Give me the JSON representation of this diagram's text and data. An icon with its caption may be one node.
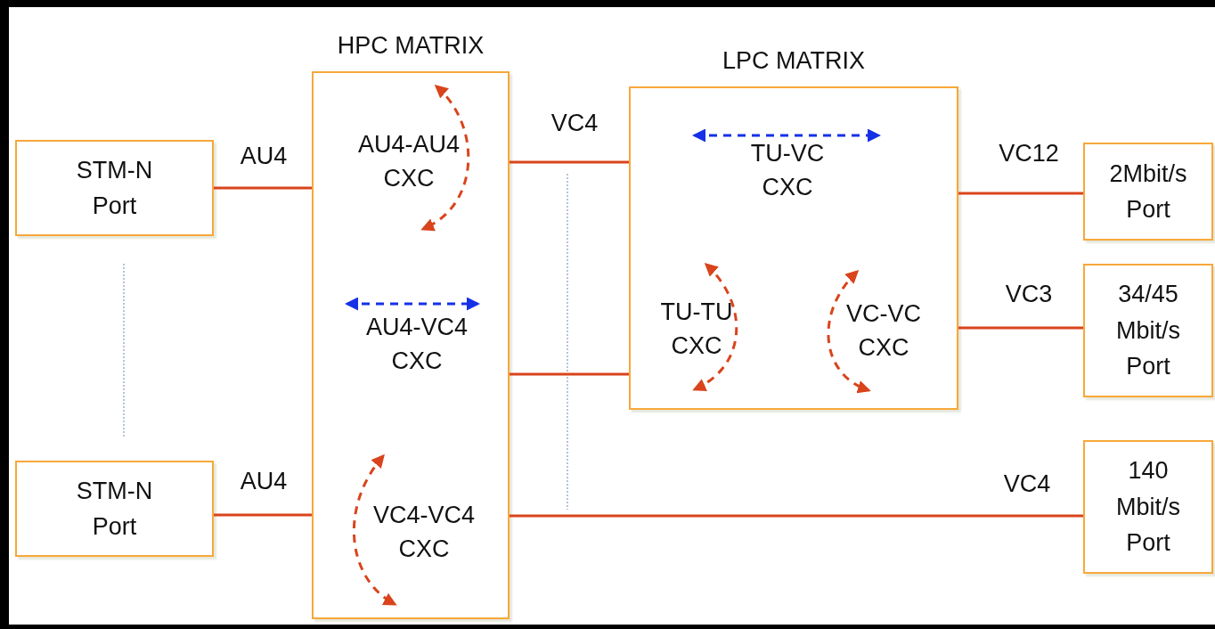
{
  "diagram": {
    "nodes": [
      {
        "text": [
          "STM-N Port"
        ]
      },
      {
        "text": [
          "STM-N Port"
        ]
      },
      {
        "text": [
          "HPC MATRIX"
        ]
      },
      {
        "text": [
          "LPC MATRIX"
        ]
      },
      {
        "text": [
          "2Mbit/s Port"
        ]
      },
      {
        "text": [
          "34/45 Mbit/s Port"
        ]
      },
      {
        "text": [
          "140 Mbit/s Port"
        ]
      }
    ],
    "edges": [
      {
        "from": 0,
        "to": 2,
        "arrow": "none",
        "label": "AU4"
      },
      {
        "from": 1,
        "to": 2,
        "arrow": "none",
        "label": "AU4"
      },
      {
        "from": 2,
        "to": 3,
        "arrow": "none",
        "label": "VC4"
      },
      {
        "from": 2,
        "to": 3,
        "arrow": "none"
      },
      {
        "from": 3,
        "to": 4,
        "arrow": "none",
        "label": "VC12"
      },
      {
        "from": 3,
        "to": 5,
        "arrow": "none",
        "label": "VC3"
      },
      {
        "from": 2,
        "to": 6,
        "arrow": "none",
        "label": "VC4"
      }
    ],
    "labels": [
      "AU4-AU4 CXC",
      "TU-VC CXC",
      "AU4-VC4 CXC",
      "TU-TU CXC",
      "VC-VC CXC",
      "VC4-VC4 CXC"
    ]
  }
}
